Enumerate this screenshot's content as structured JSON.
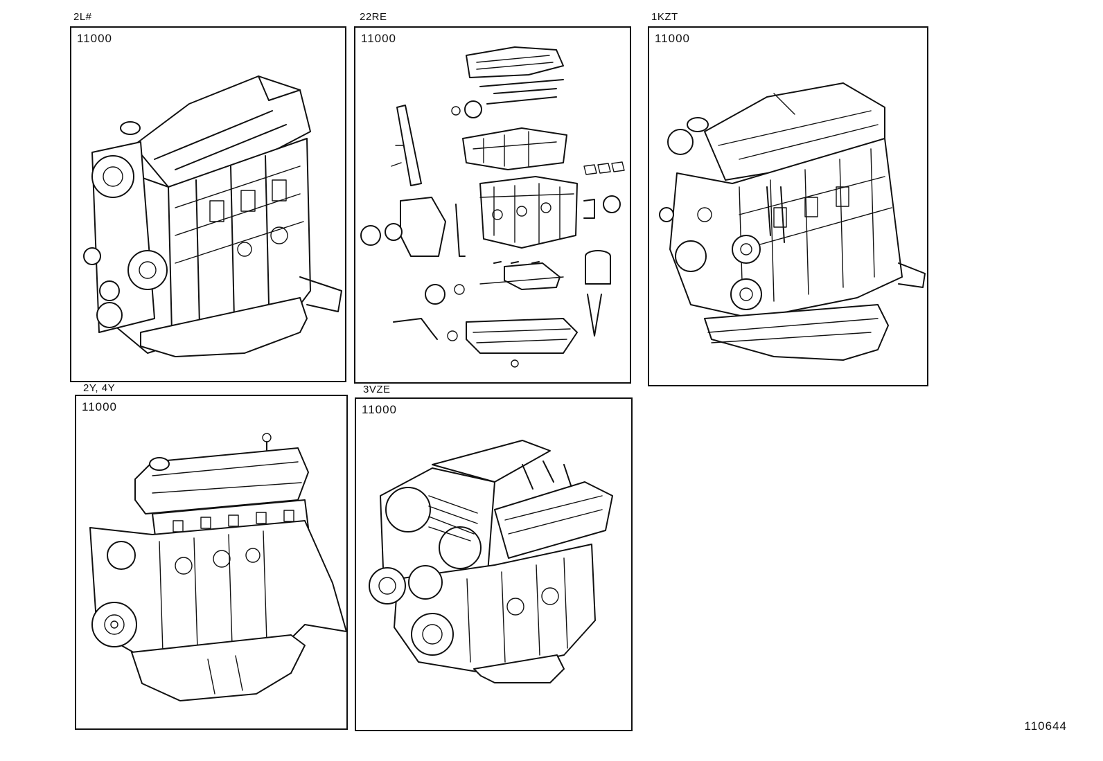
{
  "panels": [
    {
      "engine": "2L#",
      "part_number": "11000",
      "drawing": "engine-assembly-drawing"
    },
    {
      "engine": "22RE",
      "part_number": "11000",
      "drawing": "engine-exploded-parts-drawing"
    },
    {
      "engine": "1KZT",
      "part_number": "11000",
      "drawing": "engine-assembly-drawing"
    },
    {
      "engine": "2Y, 4Y",
      "part_number": "11000",
      "drawing": "engine-assembly-drawing"
    },
    {
      "engine": "3VZE",
      "part_number": "11000",
      "drawing": "v6-engine-assembly-drawing"
    }
  ],
  "reference_number": "110644"
}
